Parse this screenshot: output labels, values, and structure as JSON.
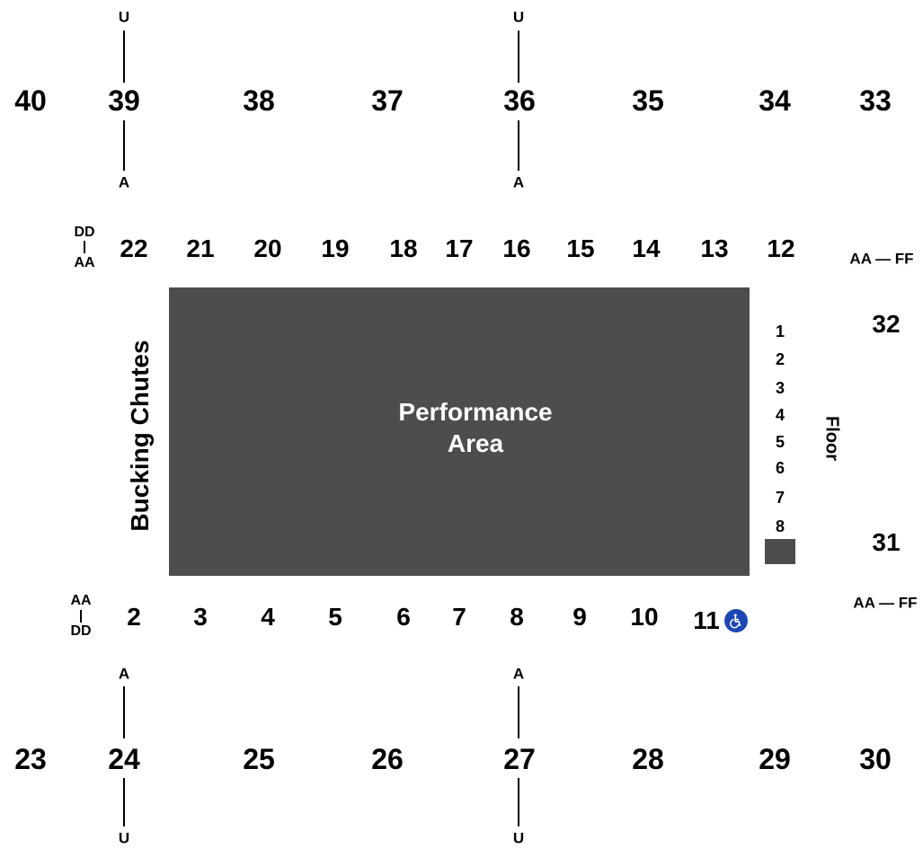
{
  "upper_top": [
    {
      "id": "s40",
      "label": "40"
    },
    {
      "id": "s39",
      "label": "39"
    },
    {
      "id": "s38",
      "label": "38"
    },
    {
      "id": "s37",
      "label": "37"
    },
    {
      "id": "s36",
      "label": "36"
    },
    {
      "id": "s35",
      "label": "35"
    },
    {
      "id": "s34",
      "label": "34"
    },
    {
      "id": "s33",
      "label": "33"
    }
  ],
  "upper_bottom": [
    {
      "id": "s23",
      "label": "23"
    },
    {
      "id": "s24",
      "label": "24"
    },
    {
      "id": "s25",
      "label": "25"
    },
    {
      "id": "s26",
      "label": "26"
    },
    {
      "id": "s27",
      "label": "27"
    },
    {
      "id": "s28",
      "label": "28"
    },
    {
      "id": "s29",
      "label": "29"
    },
    {
      "id": "s30",
      "label": "30"
    }
  ],
  "lower_top": [
    "22",
    "21",
    "20",
    "19",
    "18",
    "17",
    "16",
    "15",
    "14",
    "13",
    "12"
  ],
  "lower_bottom": [
    "2",
    "3",
    "4",
    "5",
    "6",
    "7",
    "8",
    "9",
    "10",
    "11"
  ],
  "side_sections": {
    "right_upper": "32",
    "right_lower": "31"
  },
  "row_markers": {
    "u": "U",
    "a": "A",
    "dd": "DD",
    "aa": "AA",
    "aa_ff": "AA — FF"
  },
  "floor": {
    "label": "Floor",
    "sections": [
      "1",
      "2",
      "3",
      "4",
      "5",
      "6",
      "7",
      "8"
    ]
  },
  "arena": {
    "line1": "Performance",
    "line2": "Area"
  },
  "chutes_label": "Bucking Chutes",
  "icons": {
    "accessible": "wheelchair-icon"
  },
  "colors": {
    "arena": "#4d4d4d",
    "accessible": "#1a47b8"
  }
}
